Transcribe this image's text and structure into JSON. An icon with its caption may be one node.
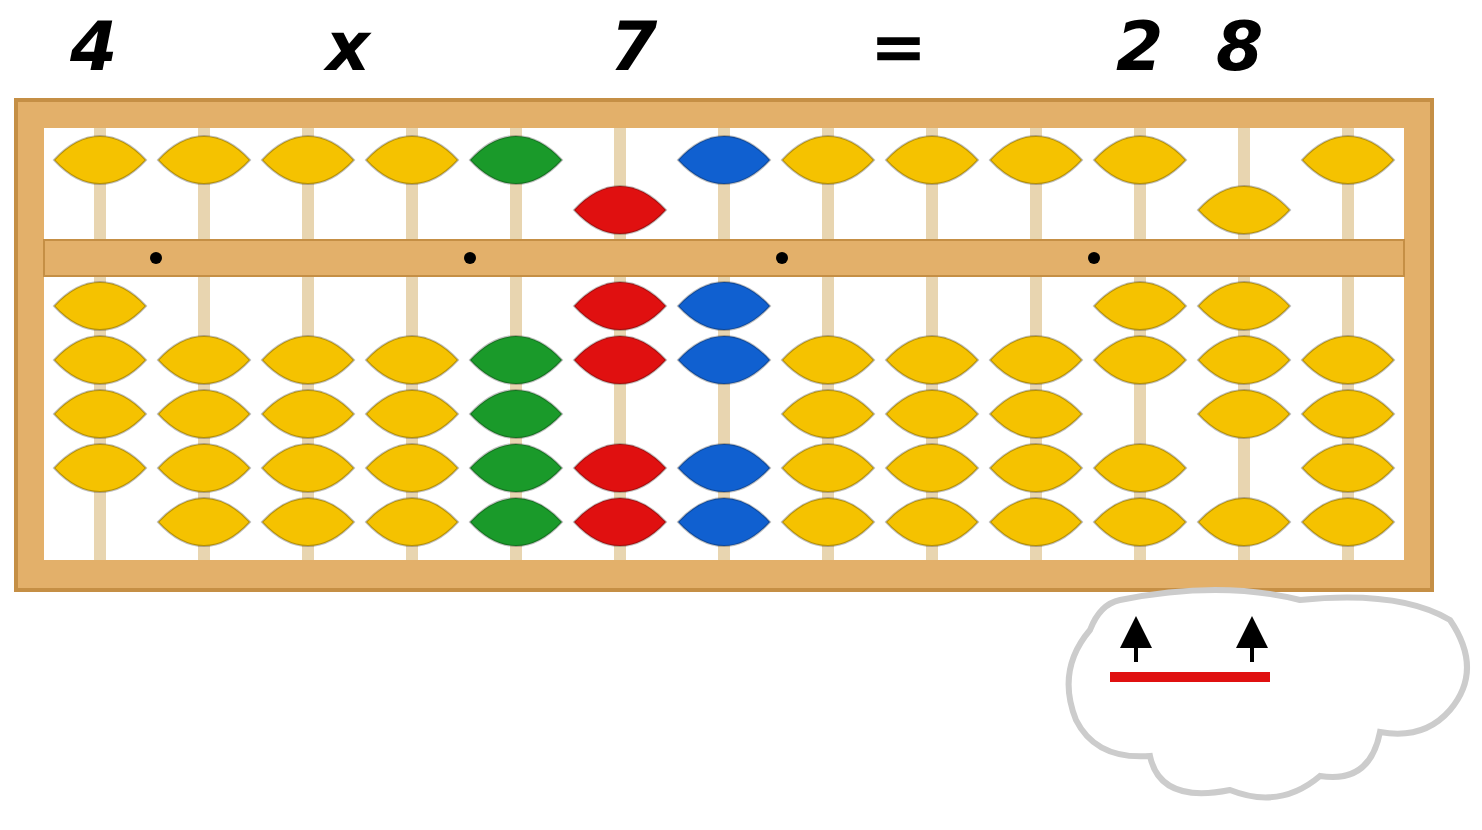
{
  "diagram": {
    "labels": [
      "4",
      "x",
      "7",
      "=",
      "2",
      "8"
    ]
  }
}
